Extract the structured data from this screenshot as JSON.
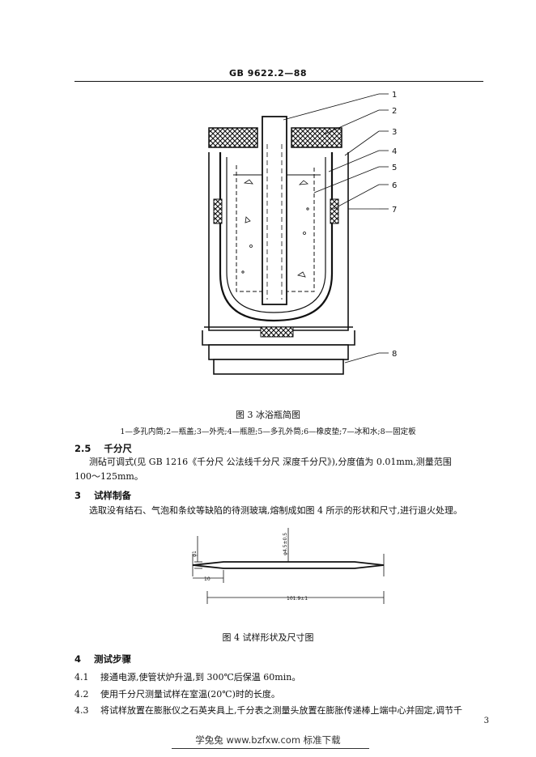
{
  "header": {
    "standard_code": "GB 9622.2—88"
  },
  "figure3": {
    "callouts": [
      "1",
      "2",
      "3",
      "4",
      "5",
      "6",
      "7",
      "8"
    ],
    "caption": "图 3  冰浴瓶简图",
    "legend": "1—多孔内筒;2—瓶盖;3—外壳;4—瓶胆;5—多孔外筒;6—橡皮垫;7—冰和水;8—固定板"
  },
  "section_2_5": {
    "number": "2.5",
    "title": "千分尺",
    "body_line1": "测砧可调式(见 GB  1216《千分尺  公法线千分尺  深度千分尺》),分度值为 0.01mm,测量范围",
    "body_line2": "100～125mm。"
  },
  "section_3": {
    "number": "3",
    "title": "试样制备",
    "body": "选取没有结石、气泡和条纹等缺陷的待测玻璃,熔制成如图 4 所示的形状和尺寸,进行退火处理。"
  },
  "figure4": {
    "dim_diameter": "φ1",
    "dim_end": "φ4.5±0.5",
    "dim_taper": "10",
    "dim_length": "101.9±1",
    "caption": "图 4  试样形状及尺寸图"
  },
  "section_4": {
    "number": "4",
    "title": "测试步骤",
    "steps": [
      {
        "num": "4.1",
        "text": "接通电源,使管状炉升温,到 300℃后保温 60min。"
      },
      {
        "num": "4.2",
        "text": "使用千分尺测量试样在室温(20℃)时的长度。"
      },
      {
        "num": "4.3",
        "text": "将试样放置在膨胀仪之石英夹具上,千分表之测量头放置在膨胀传递棒上端中心并固定,调节千"
      }
    ]
  },
  "page_number": "3",
  "footer": {
    "text": "学兔兔   www.bzfxw.com   标准下载"
  }
}
